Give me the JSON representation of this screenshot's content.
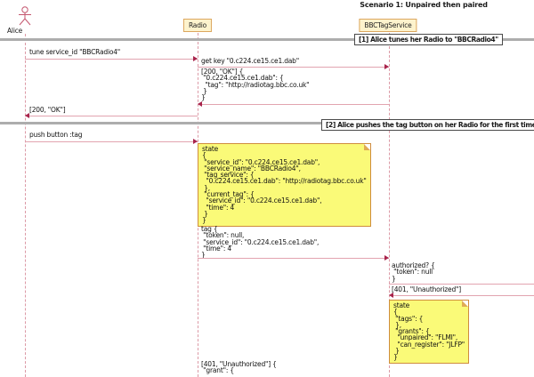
{
  "title": "Scenario 1: Unpaired then paired",
  "actors": {
    "alice": {
      "label": "Alice"
    },
    "radio": {
      "label": "Radio"
    },
    "tagservice": {
      "label": "BBCTagService"
    }
  },
  "dividers": [
    {
      "label": "[1] Alice tunes her Radio to \"BBCRadio4\""
    },
    {
      "label": "[2] Alice pushes the tag button on her Radio for the first time"
    }
  ],
  "messages": {
    "tune": "tune service_id \"BBCRadio4\"",
    "get_key": "get key \"0.c224.ce15.ce1.dab\"",
    "get_key_response": "[200, \"OK\"] {\n \"0.c224.ce15.ce1.dab\": {\n  \"tag\": \"http://radiotag.bbc.co.uk\"\n }\n}",
    "ok_to_alice": "[200, \"OK\"]",
    "push_button": "push button :tag",
    "tag_request": "tag {\n \"token\": null,\n \"service_id\": \"0.c224.ce15.ce1.dab\",\n \"time\": 4\n}",
    "authorized_check": "authorized? {\n \"token\": null\n}",
    "unauthorized_response": "[401, \"Unauthorized\"]",
    "unauthorized_grant": "[401, \"Unauthorized\"] {\n \"grant\": {"
  },
  "notes": {
    "radio_state": "state\n{\n \"service_id\": \"0.c224.ce15.ce1.dab\",\n \"service_name\": \"BBCRadio4\",\n \"tag_service\": {\n  \"0.c224.ce15.ce1.dab\": \"http://radiotag.bbc.co.uk\"\n },\n \"current_tag\": {\n  \"service_id\": \"0.c224.ce15.ce1.dab\",\n  \"time\": 4\n }\n}",
    "tagservice_state": "state\n{\n \"tags\": {\n },\n \"grants\": {\n  \"unpaired\": \"FLMI\",\n  \"can_register\": \"JLFP\"\n }\n}"
  },
  "colors": {
    "message_line": "#e2a4b0",
    "arrowhead": "#a8244c",
    "lifeline": "#dc9aa6",
    "participant_bg": "#fdf3cd",
    "participant_border": "#dca75f",
    "note_bg": "#fafa78",
    "note_border": "#cf8d3e",
    "divider_band": "#adadad",
    "actor_stroke": "#c4566e"
  }
}
